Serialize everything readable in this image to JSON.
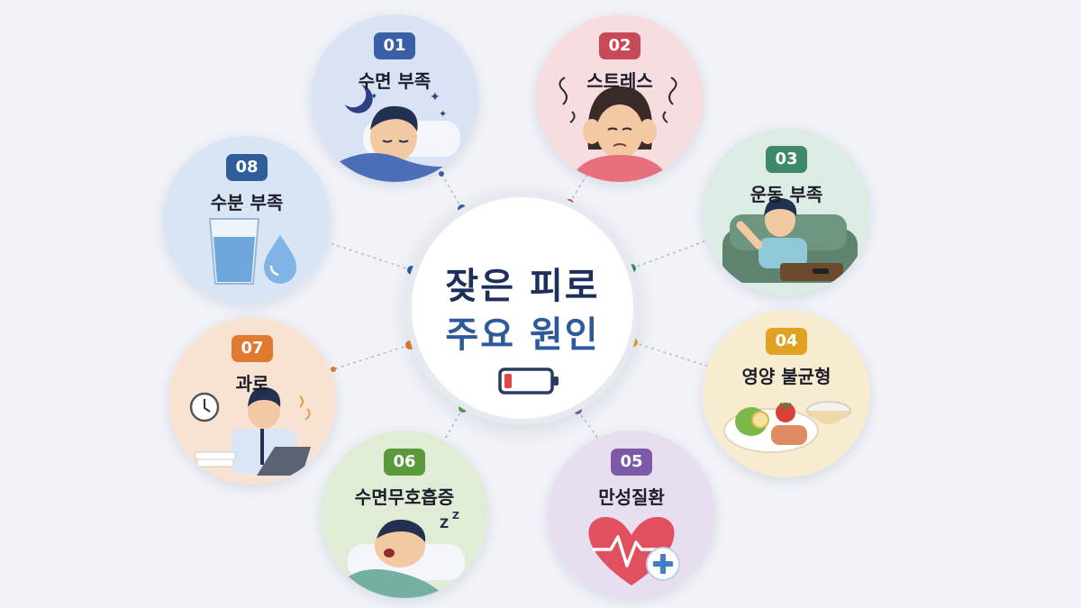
{
  "center": {
    "title": "잦은 피로",
    "subtitle": "주요 원인"
  },
  "causes": [
    {
      "number": "01",
      "label": "수면 부족",
      "icon": "sleeping-person-moon-icon",
      "color": "#3b5ea8",
      "bg": "#d9e3f3"
    },
    {
      "number": "02",
      "label": "스트레스",
      "icon": "stressed-woman-icon",
      "color": "#c94a57",
      "bg": "#f6dde0"
    },
    {
      "number": "03",
      "label": "운동 부족",
      "icon": "person-on-sofa-icon",
      "color": "#3e8a68",
      "bg": "#dcebe3"
    },
    {
      "number": "04",
      "label": "영양 불균형",
      "icon": "food-plate-icon",
      "color": "#e2a221",
      "bg": "#f8ecd0"
    },
    {
      "number": "05",
      "label": "만성질환",
      "icon": "heart-medical-icon",
      "color": "#7c5aa8",
      "bg": "#e7def0"
    },
    {
      "number": "06",
      "label": "수면무호흡증",
      "icon": "snoring-person-icon",
      "color": "#5a9a3a",
      "bg": "#e1ecd6"
    },
    {
      "number": "07",
      "label": "과로",
      "icon": "overworked-office-worker-icon",
      "color": "#e07a30",
      "bg": "#f8e3d2"
    },
    {
      "number": "08",
      "label": "수분 부족",
      "icon": "water-glass-drop-icon",
      "color": "#2f5e9a",
      "bg": "#d9e5f4"
    }
  ],
  "battery": {
    "level": 0.15,
    "icon": "low-battery-icon",
    "fill_color": "#e04848"
  }
}
